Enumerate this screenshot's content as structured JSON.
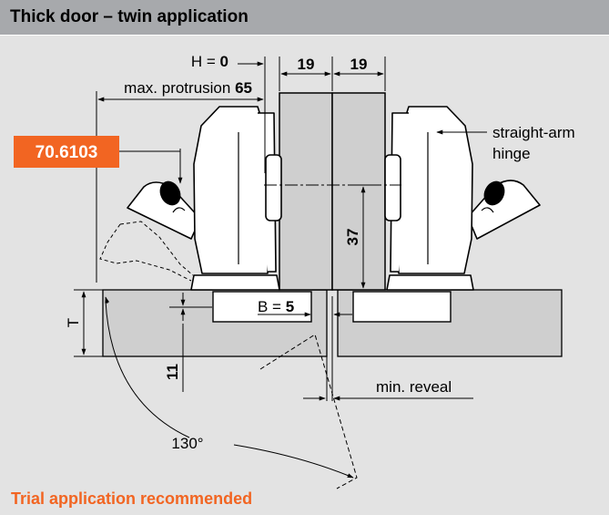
{
  "header": {
    "title": "Thick door – twin application"
  },
  "footer": {
    "note": "Trial application recommended"
  },
  "colors": {
    "header_bg": "#a7a9ac",
    "panel_bg": "#e3e3e3",
    "accent": "#f26522",
    "door_fill": "#cfcfcf"
  },
  "diagram": {
    "h_label": "H =",
    "h_value": "0",
    "door_left": "19",
    "door_right": "19",
    "protrusion_label": "max. protrusion",
    "protrusion_value": "65",
    "part_number": "70.6103",
    "hinge_callout_line1": "straight-arm",
    "hinge_callout_line2": "hinge",
    "depth": "37",
    "b_label": "B =",
    "b_value": "5",
    "t_label": "T",
    "dim_11": "11",
    "min_reveal": "min. reveal",
    "angle": "130°"
  }
}
